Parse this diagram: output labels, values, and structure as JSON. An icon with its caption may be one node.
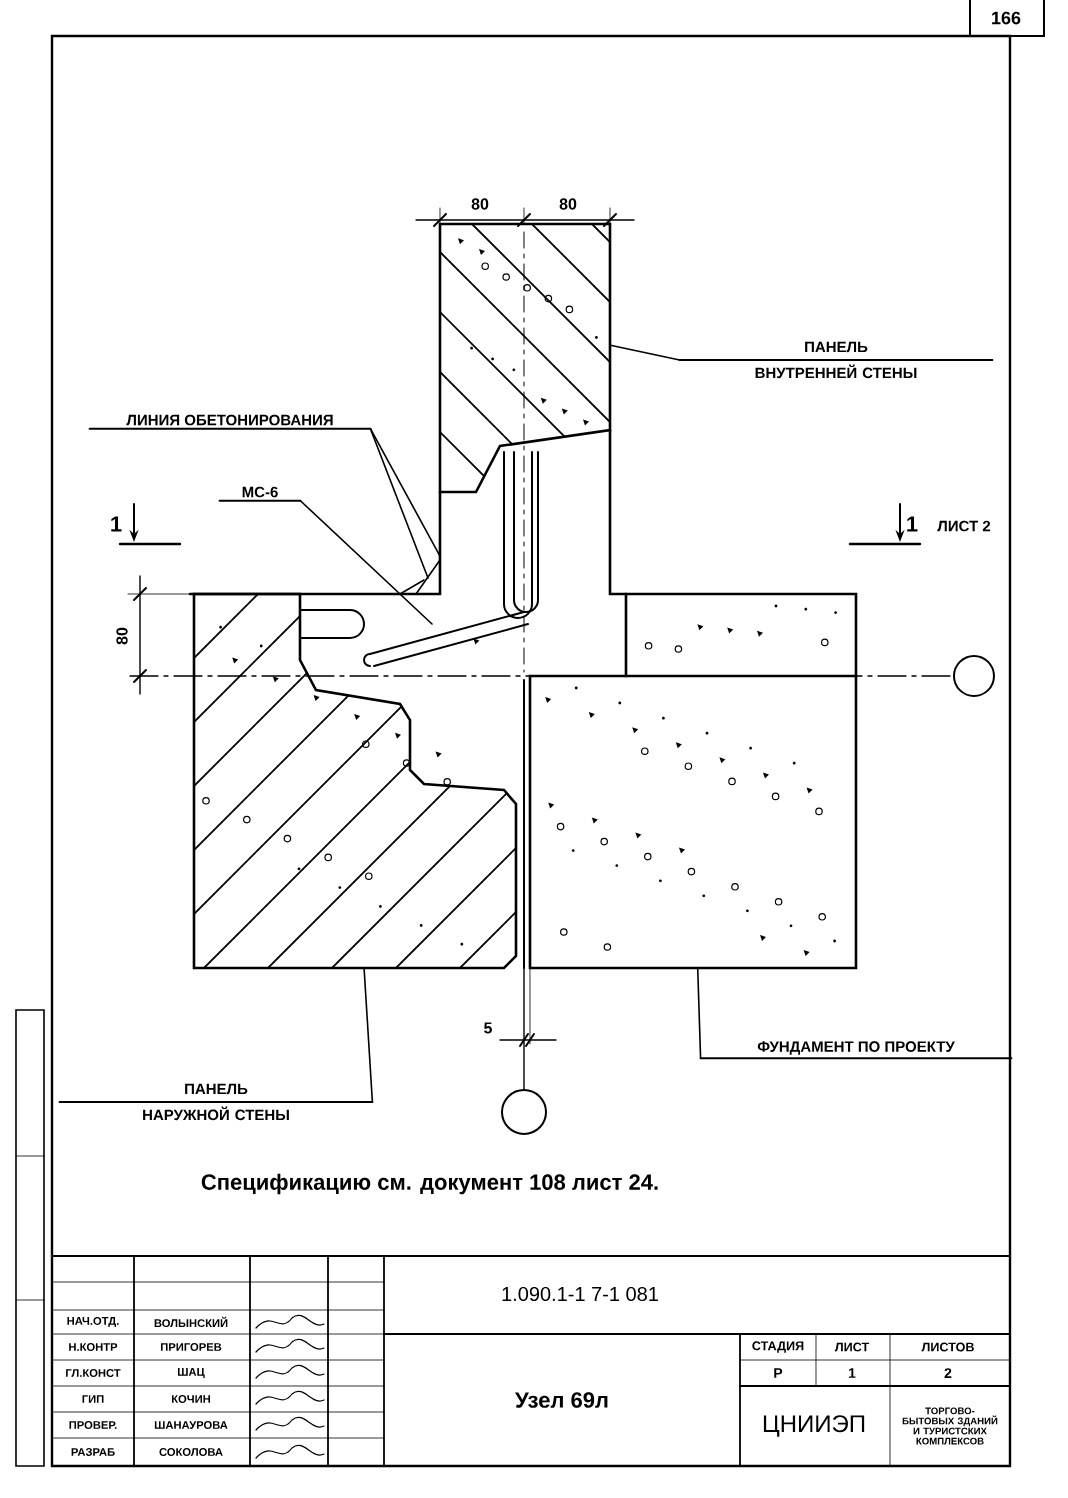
{
  "diagram": {
    "nodes": [
      {
        "text": [
          "ПАНЕЛЬ ВНУТРЕННЕЙ СТЕНЫ"
        ]
      },
      {
        "text": [],
        "shape": "box"
      },
      {
        "text": [
          "ЛИНИЯ ОБЕТОНИРОВАНИЯ"
        ]
      },
      {
        "text": [
          "МС-6"
        ]
      },
      {
        "text": [
          "ПАНЕЛЬ НАРУЖНОЙ СТЕНЫ"
        ]
      },
      {
        "text": [],
        "shape": "box"
      },
      {
        "text": [
          "ФУНДАМЕНТ ПО ПРОЕКТУ"
        ]
      },
      {
        "text": [],
        "shape": "box"
      }
    ],
    "edges": [
      {
        "from": 0,
        "to": 1,
        "arrow": "none"
      },
      {
        "from": 2,
        "to": null,
        "arrow": "none"
      },
      {
        "from": 2,
        "to": null,
        "arrow": "none"
      },
      {
        "from": 3,
        "to": null,
        "arrow": "none"
      },
      {
        "from": 4,
        "to": 5,
        "arrow": "none"
      },
      {
        "from": 6,
        "to": 7,
        "arrow": "none"
      }
    ],
    "labels": [
      "166",
      "80",
      "80",
      "1",
      "1",
      "ЛИСТ 2",
      "80",
      "5",
      "Спецификацию см. документ 108 лист 24.",
      "1.090.1-1 7-1 081",
      "НАЧ.ОТД.",
      "ВОЛЫНСКИЙ",
      "Н.КОНТР",
      "ПРИГОРЕВ",
      "ГЛ.КОНСТ",
      "ШАЦ",
      "ГИП",
      "КОЧИН",
      "ПРОВЕР.",
      "ШАНАУРОВА",
      "РАЗРАБ",
      "СОКОЛОВА",
      "Узел 69л",
      "СТАДИЯ",
      "ЛИСТ",
      "ЛИСТОВ",
      "Р",
      "1",
      "2",
      "ЦНИИЭП",
      "ТОРГОВО-БЫТОВЫХ ЗДАНИЙ И ТУРИСТСКИХ КОМПЛЕКСОВ"
    ]
  }
}
